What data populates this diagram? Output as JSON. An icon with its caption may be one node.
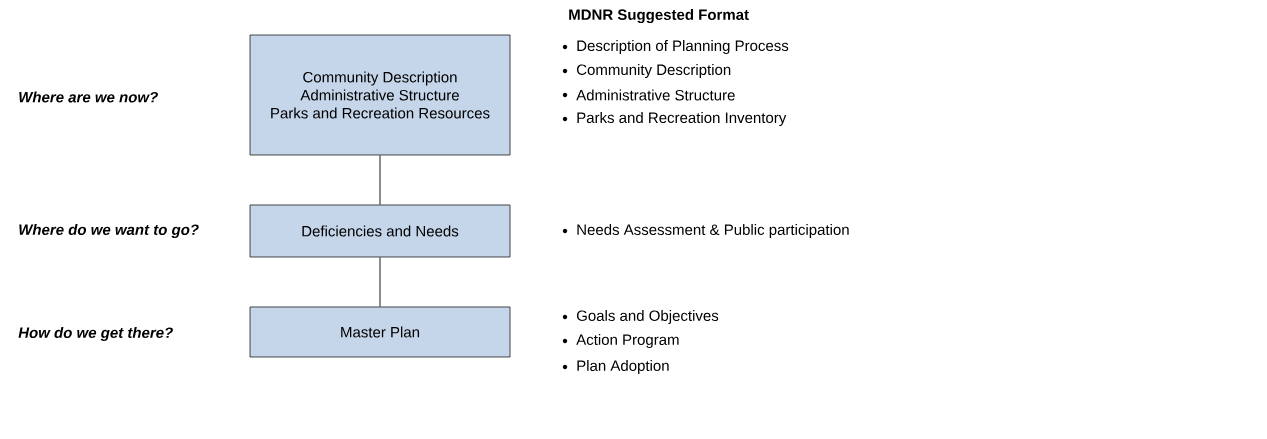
{
  "diagram": {
    "nodes": [
      {
        "text": [
          "Community Description",
          "Administrative Structure",
          "Parks and Recreation Resources"
        ]
      },
      {
        "text": [
          "Deficiencies and Needs"
        ]
      },
      {
        "text": [
          "Master Plan"
        ]
      }
    ],
    "edges": [
      {
        "from": 0,
        "to": 1,
        "arrow": "none"
      },
      {
        "from": 1,
        "to": 2,
        "arrow": "none"
      }
    ],
    "labels": [
      "MDNR Suggested Format",
      "Where are we now?",
      "Description of Planning Process",
      "Community Description",
      "Administrative Structure",
      "Parks and Recreation Inventory",
      "Where do we want to go?",
      "Needs Assessment & Public participation",
      "How do we get there?",
      "Goals and Objectives",
      "Action Program",
      "Plan Adoption"
    ]
  }
}
